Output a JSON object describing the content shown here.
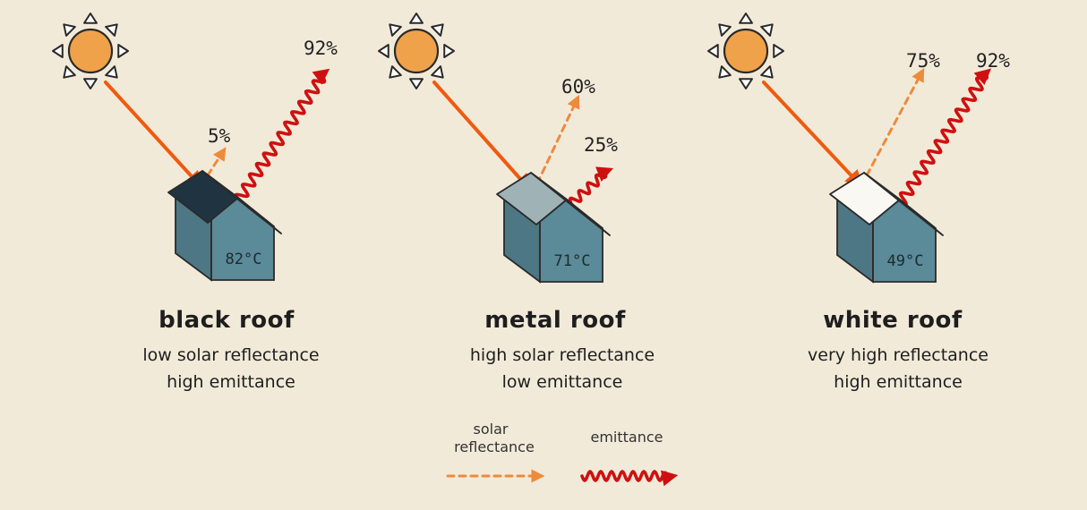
{
  "colors": {
    "background": "#f2ead9",
    "sun": "#f0a24a",
    "incoming": "#f05a0e",
    "reflect": "#ee8a3c",
    "emit": "#cf1010",
    "wall": "#5b8a98",
    "outline": "#2a2a2a"
  },
  "panels": [
    {
      "name": "black",
      "title": "black roof",
      "line1": "low solar reflectance",
      "line2": "high emittance",
      "temperature": "82°C",
      "reflect_pct": "5%",
      "emit_pct": "92%",
      "roof_color": "#1f3440"
    },
    {
      "name": "metal",
      "title": "metal roof",
      "line1": "high solar reflectance",
      "line2": "low emittance",
      "temperature": "71°C",
      "reflect_pct": "60%",
      "emit_pct": "25%",
      "roof_color": "#9fb3b7"
    },
    {
      "name": "white",
      "title": "white roof",
      "line1": "very high reflectance",
      "line2": "high emittance",
      "temperature": "49°C",
      "reflect_pct": "75%",
      "emit_pct": "92%",
      "roof_color": "#faf8f2"
    }
  ],
  "legend": {
    "reflectance_line1": "solar",
    "reflectance_line2": "reflectance",
    "emittance": "emittance"
  }
}
